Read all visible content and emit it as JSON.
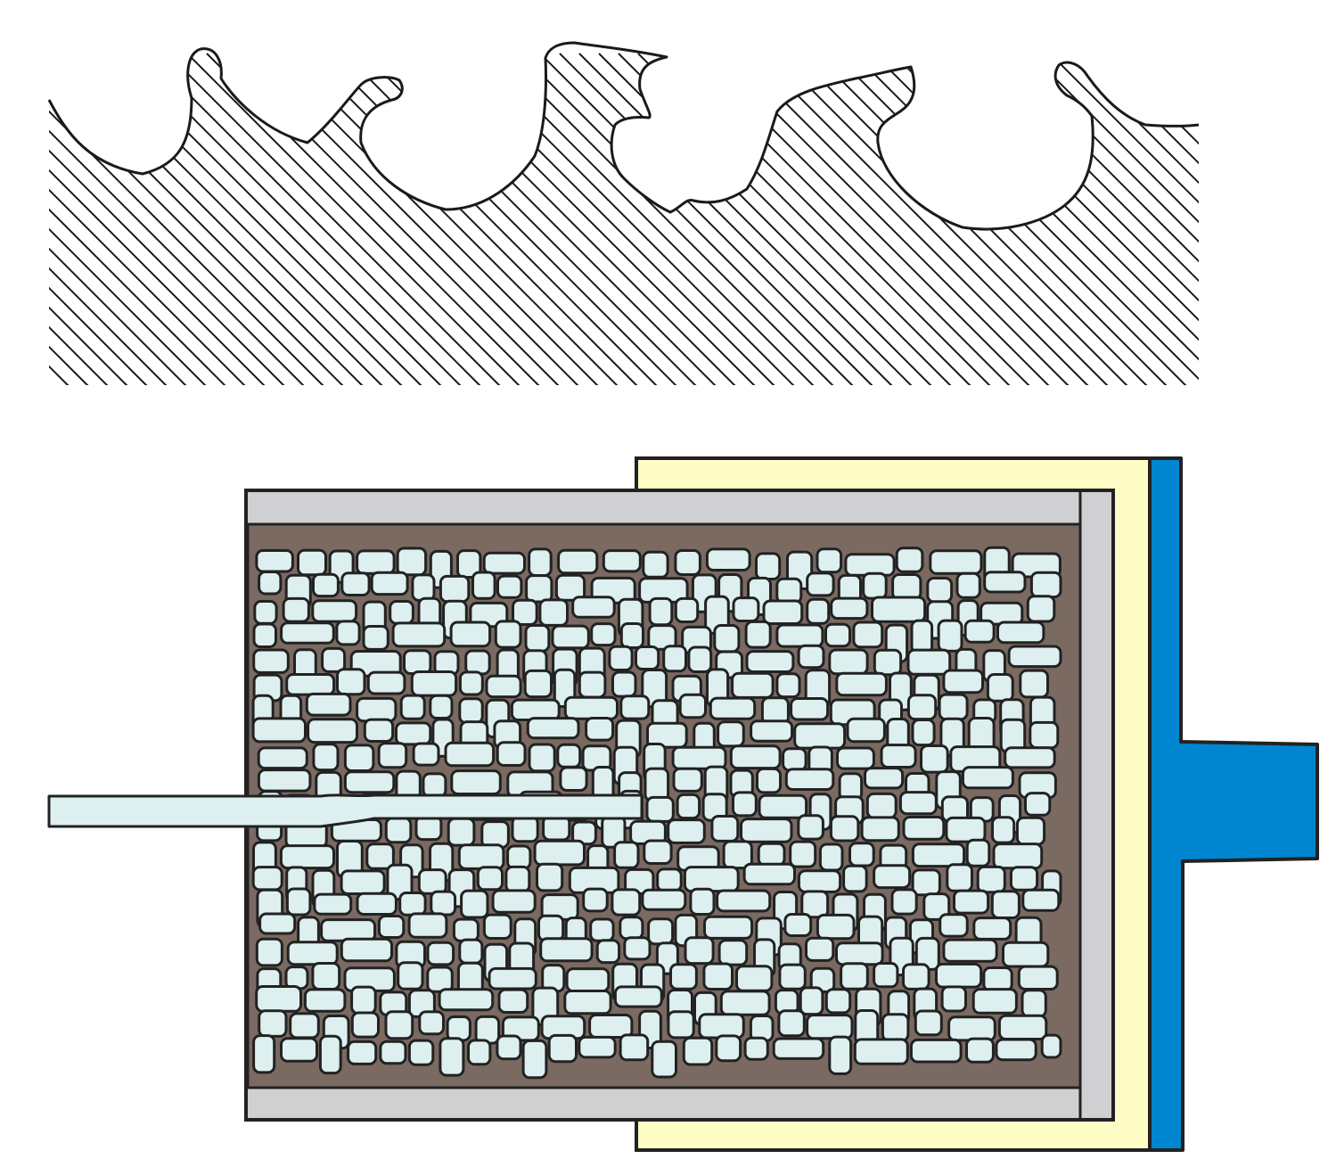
{
  "diagram": {
    "top_panel": {
      "name": "hatched-surface-profile",
      "fill": "#ffffff",
      "hatch_color": "#1a1a1a",
      "outline_color": "#1a1a1a"
    },
    "bottom_panel": {
      "name": "layered-electrode-cross-section",
      "layers": [
        {
          "name": "outer-yellow-layer",
          "color": "#FFFDC6"
        },
        {
          "name": "blue-collector-plate",
          "color": "#0086D1"
        },
        {
          "name": "gray-casing",
          "color": "#D0D0D2"
        },
        {
          "name": "brown-matrix",
          "color": "#7A6A62"
        }
      ],
      "particle_color": "#DDF0EF",
      "probe_color": "#DDF0EF",
      "outline_color": "#222222",
      "particle_rows": 21
    }
  }
}
